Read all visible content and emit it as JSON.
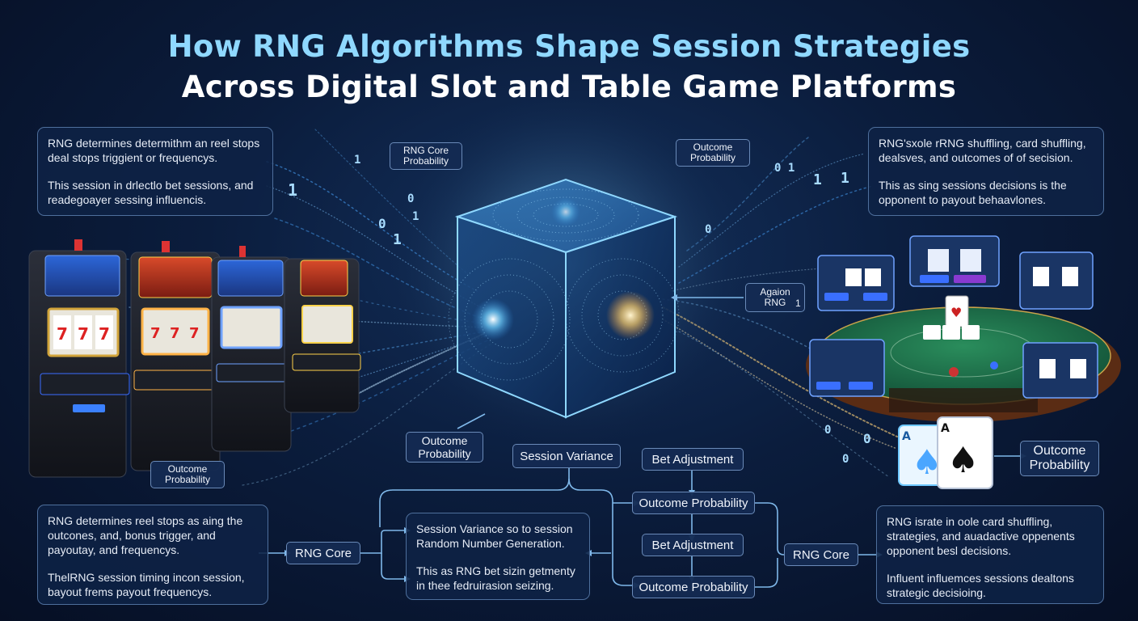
{
  "title": {
    "line1": "How RNG Algorithms Shape Session Strategies",
    "line2": "Across Digital Slot and Table Game Platforms"
  },
  "panels": {
    "top_left": {
      "p1": "RNG determines determithm an reel stops deal stops triggient or frequencys.",
      "p2": "This session in drlectlo bet sessions, and readegoayer sessing influencis."
    },
    "top_right": {
      "p1": "RNG'sxole rRNG shuffling, card shuffling, dealsves, and outcomes of of secision.",
      "p2": "This as sing sessions decisions is the opponent to payout behaavlones."
    },
    "bottom_left": {
      "p1": "RNG determines reel stops as aing the outcones, and, bonus trigger, and payoutay, and frequencys.",
      "p2": "ThelRNG session timing incon session, bayout frems payout frequencys."
    },
    "bottom_center": {
      "p1": "Session Variance so to session Random Number Generation.",
      "p2": "This as RNG bet sizin getmenty in thee fedruirasion seizing."
    },
    "bottom_right": {
      "p1": "RNG israte in oole card shuffling, strategies, and auadactive oppenents opponent besl decisions.",
      "p2": "Influent influemces sessions dealtons strategic decisioing."
    }
  },
  "labels": {
    "rng_core_probability": "RNG Core Probability",
    "outcome_probability_top": "Outcome Probability",
    "agaion_rng": "Agaion RNG",
    "agaion_rng_digit": "1",
    "outcome_probability_mid": "Outcome Probability",
    "outcome_probability_slot": "Outcome Probability",
    "session_variance": "Session Variance",
    "bet_adjustment_1": "Bet Adjustment",
    "outcome_probability_flow_1": "Outcome Probability",
    "bet_adjustment_2": "Bet Adjustment",
    "outcome_probability_flow_2": "Outcome Probability",
    "rng_core_left": "RNG Core",
    "rng_core_right": "RNG Core",
    "outcome_probability_cards": "Outcome Probability"
  },
  "binary_digits": [
    "1",
    "0",
    "1",
    "0",
    "1",
    "1",
    "0",
    "1",
    "1",
    "0",
    "0 1",
    "0",
    "0"
  ],
  "card_ranks": [
    "A",
    "A"
  ],
  "colors": {
    "title_line1": "#8fd8ff",
    "title_line2": "#ffffff",
    "background": "#0b1d3d",
    "panel_border": "#4e6f9c",
    "cube_glow": "#6fc8ff",
    "warm_glow": "#ffd27a",
    "table_felt": "#1c6b45"
  }
}
